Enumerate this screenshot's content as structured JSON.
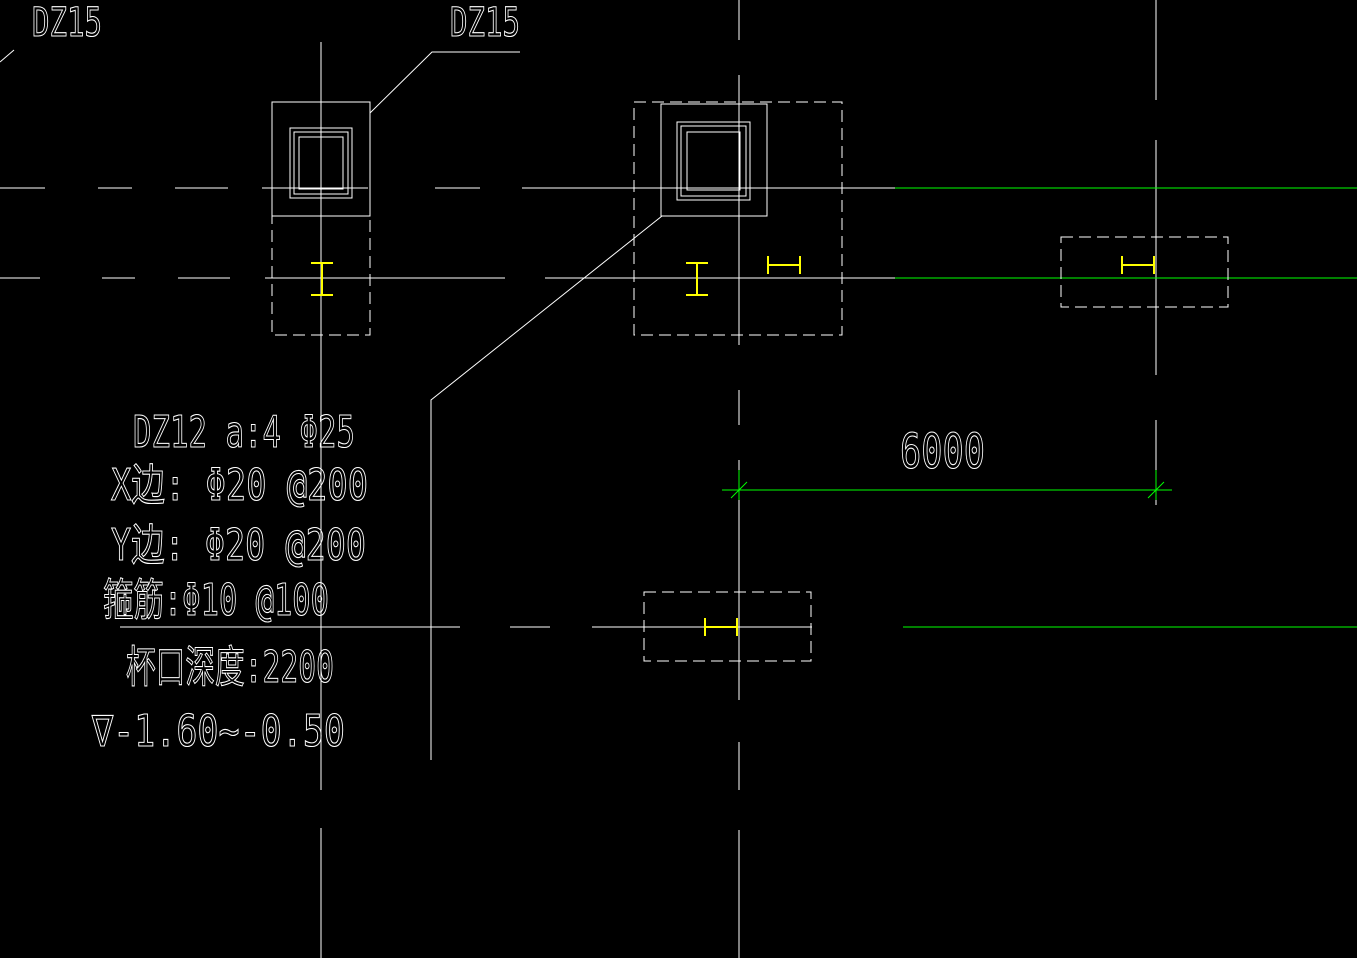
{
  "drawing": {
    "background": "#000000",
    "colors": {
      "entity": "#ffffff",
      "dimension": "#00ff00",
      "steel_section": "#ffff00"
    },
    "column_tags": [
      "DZ15",
      "DZ15"
    ],
    "annotation": {
      "lines": [
        "DZ12 a:4 Φ25",
        "X边: Φ20 @200",
        "Y边: Φ20 @200",
        "箍筋:Φ10 @100",
        "杯口深度:2200",
        "∇-1.60~-0.50"
      ]
    },
    "dimension": {
      "value": "6000"
    }
  }
}
